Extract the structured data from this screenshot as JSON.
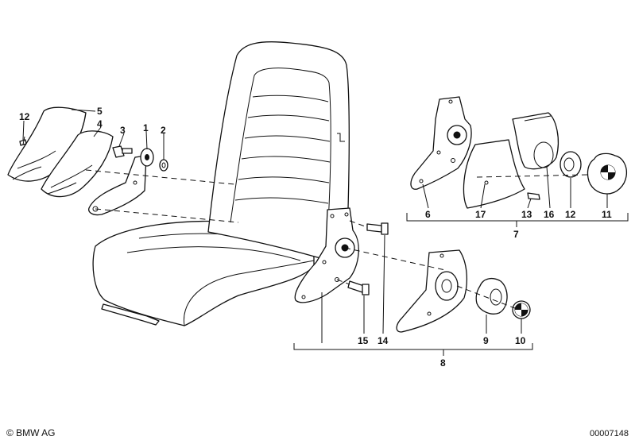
{
  "copyright": "© BMW AG",
  "diagram_id": "00007148",
  "callouts": {
    "c1": "1",
    "c2": "2",
    "c3": "3",
    "c4": "4",
    "c5": "5",
    "c12a": "12",
    "c6": "6",
    "c17": "17",
    "c13": "13",
    "c16": "16",
    "c12b": "12",
    "c11": "11",
    "c7": "7",
    "c15": "15",
    "c14": "14",
    "c9": "9",
    "c10": "10",
    "c8": "8"
  }
}
